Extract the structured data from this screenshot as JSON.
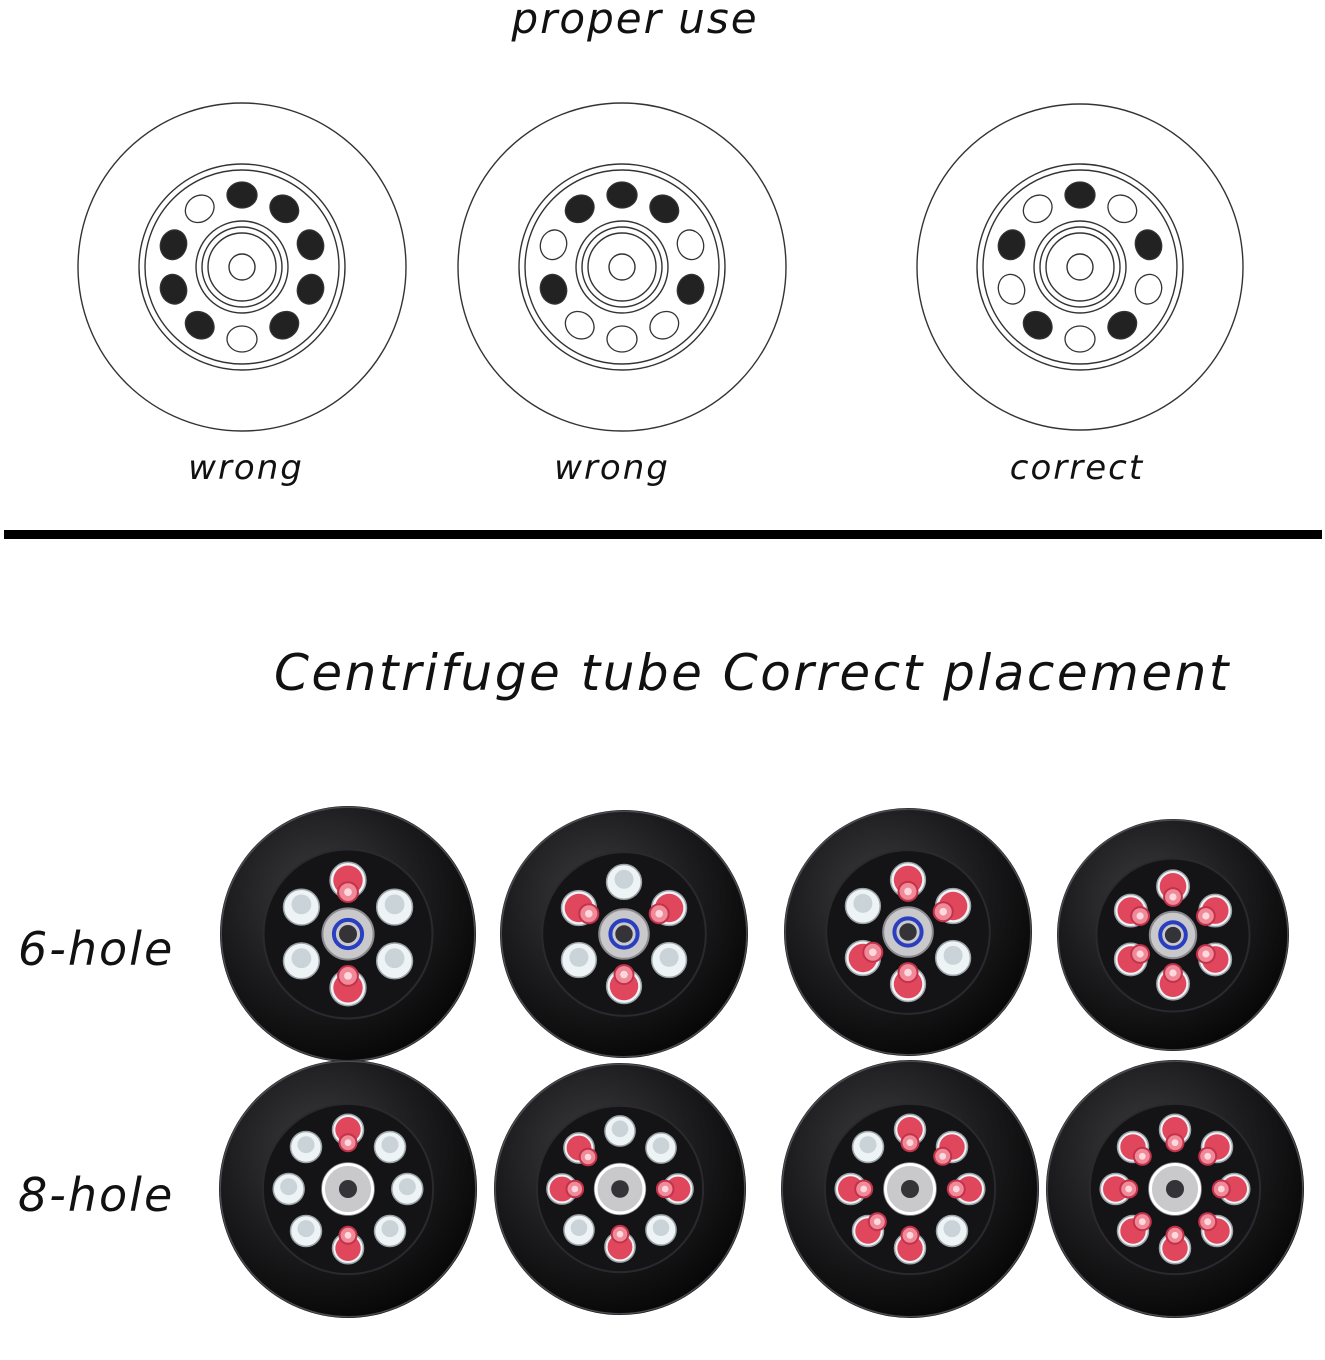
{
  "titles": {
    "top": "proper use",
    "bottom": "Centrifuge tube Correct placement"
  },
  "diagram_labels": [
    "wrong",
    "wrong",
    "correct"
  ],
  "row_labels": {
    "six": "6-hole",
    "eight": "8-hole"
  },
  "colors": {
    "line": "#333333",
    "filled_slot": "#222222",
    "rotor_body": "#1c1c1e",
    "slot_white": "#eef3f6",
    "tube_red": "#e0475c",
    "hub_blue": "#2a3fbf"
  },
  "diagrams": [
    {
      "verdict": "wrong",
      "slots": 10,
      "filled": [
        0,
        1,
        2,
        3,
        4,
        6,
        7,
        8
      ]
    },
    {
      "verdict": "wrong",
      "slots": 10,
      "filled": [
        0,
        1,
        3,
        7,
        9
      ]
    },
    {
      "verdict": "correct",
      "slots": 10,
      "filled": [
        0,
        2,
        4,
        6,
        8
      ]
    }
  ],
  "rotors": {
    "six_hole": [
      {
        "holes": 6,
        "tubes": [
          0,
          3
        ]
      },
      {
        "holes": 6,
        "tubes": [
          1,
          3,
          5
        ]
      },
      {
        "holes": 6,
        "tubes": [
          0,
          1,
          3,
          4
        ]
      },
      {
        "holes": 6,
        "tubes": [
          0,
          1,
          2,
          3,
          4,
          5
        ]
      }
    ],
    "eight_hole": [
      {
        "holes": 8,
        "tubes": [
          0,
          4
        ]
      },
      {
        "holes": 8,
        "tubes": [
          2,
          4,
          6,
          7
        ]
      },
      {
        "holes": 8,
        "tubes": [
          0,
          1,
          2,
          4,
          5,
          6
        ]
      },
      {
        "holes": 8,
        "tubes": [
          0,
          1,
          2,
          3,
          4,
          5,
          6,
          7
        ]
      }
    ]
  }
}
